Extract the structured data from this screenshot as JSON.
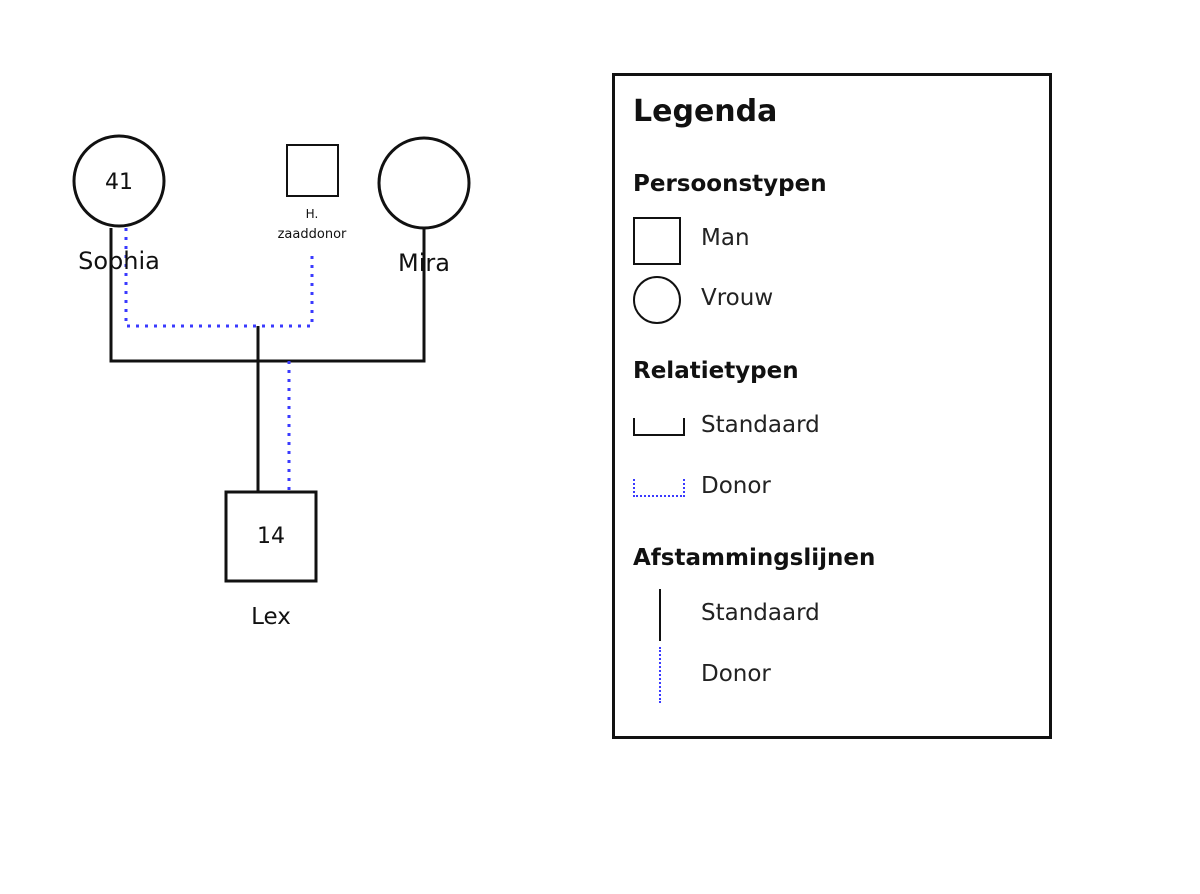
{
  "persons": {
    "sophia": {
      "name": "Sophia",
      "age": "41",
      "type": "vrouw"
    },
    "donor": {
      "name_line1": "H.",
      "name_line2": "zaaddonor",
      "type": "man"
    },
    "mira": {
      "name": "Mira",
      "type": "vrouw"
    },
    "lex": {
      "name": "Lex",
      "age": "14",
      "type": "man"
    }
  },
  "colors": {
    "line": "#111111",
    "donor_line": "#3a3aff"
  },
  "legend": {
    "title": "Legenda",
    "person_types": {
      "heading": "Persoonstypen",
      "man": "Man",
      "vrouw": "Vrouw"
    },
    "relation_types": {
      "heading": "Relatietypen",
      "standaard": "Standaard",
      "donor": "Donor"
    },
    "descent_lines": {
      "heading": "Afstammingslijnen",
      "standaard": "Standaard",
      "donor": "Donor"
    }
  }
}
